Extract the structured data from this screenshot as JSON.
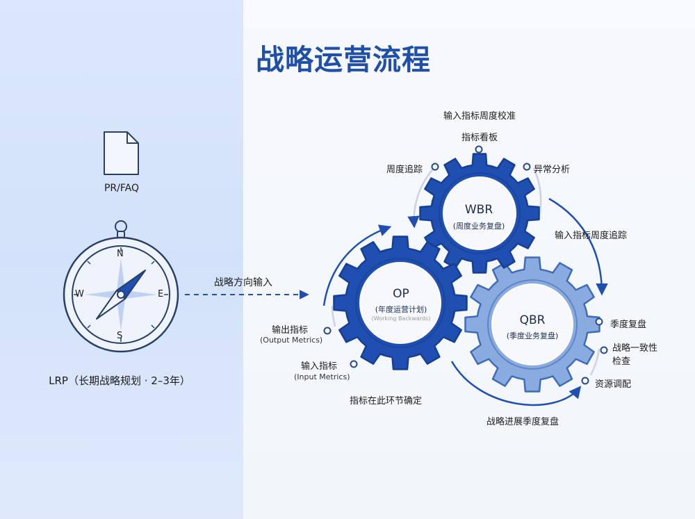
{
  "title": "战略运营流程",
  "prfaq": {
    "label": "PR/FAQ",
    "icon": "document-icon"
  },
  "lrp": {
    "label": "LRP（长期战略规划 · 2–3年）",
    "icon": "compass-icon",
    "compass_n": "N",
    "compass_s": "S",
    "compass_e": "E",
    "compass_w": "W"
  },
  "arrow_label": "战略方向输入",
  "gears": {
    "wbr": {
      "name": "WBR",
      "desc": "(周度业务复盘)"
    },
    "op": {
      "name": "OP",
      "desc": "(年度运营计划)",
      "sub": "(Working Backwards)"
    },
    "qbr": {
      "name": "QBR",
      "desc": "(季度业务复盘)"
    }
  },
  "wbr_points": {
    "top1": "输入指标周度校准",
    "top2": "指标看板",
    "left": "周度追踪",
    "right": "异常分析"
  },
  "link_label": "输入指标周度追踪",
  "op_points": {
    "output": "输出指标",
    "output_en": "(Output Metrics)",
    "input": "输入指标",
    "input_en": "(Input Metrics)",
    "bottom": "指标在此环节确定"
  },
  "qbr_points": {
    "p1": "季度复盘",
    "p2a": "战略一致性",
    "p2b": "检查",
    "p3": "资源调配",
    "bottom": "战略进展季度复盘"
  },
  "colors": {
    "primary": "#1f4fb0",
    "light": "#7ea2d8",
    "title": "#1f4fa8"
  }
}
